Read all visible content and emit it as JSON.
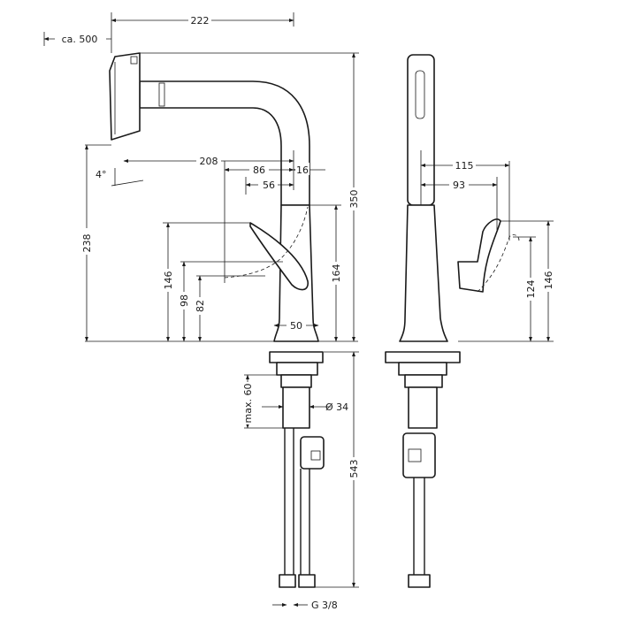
{
  "dimensions": {
    "top_width": "222",
    "pull_out": "ca. 500",
    "reach": "208",
    "d86": "86",
    "d56": "56",
    "d16": "16",
    "angle": "4°",
    "h238": "238",
    "h146_left": "146",
    "h98": "98",
    "h82": "82",
    "h164": "164",
    "w50": "50",
    "h350": "350",
    "max60": "max. 60",
    "dia34": "Ø 34",
    "h543": "543",
    "thread": "G 3/8",
    "side115": "115",
    "side93": "93",
    "h124": "124",
    "h146_right": "146"
  }
}
